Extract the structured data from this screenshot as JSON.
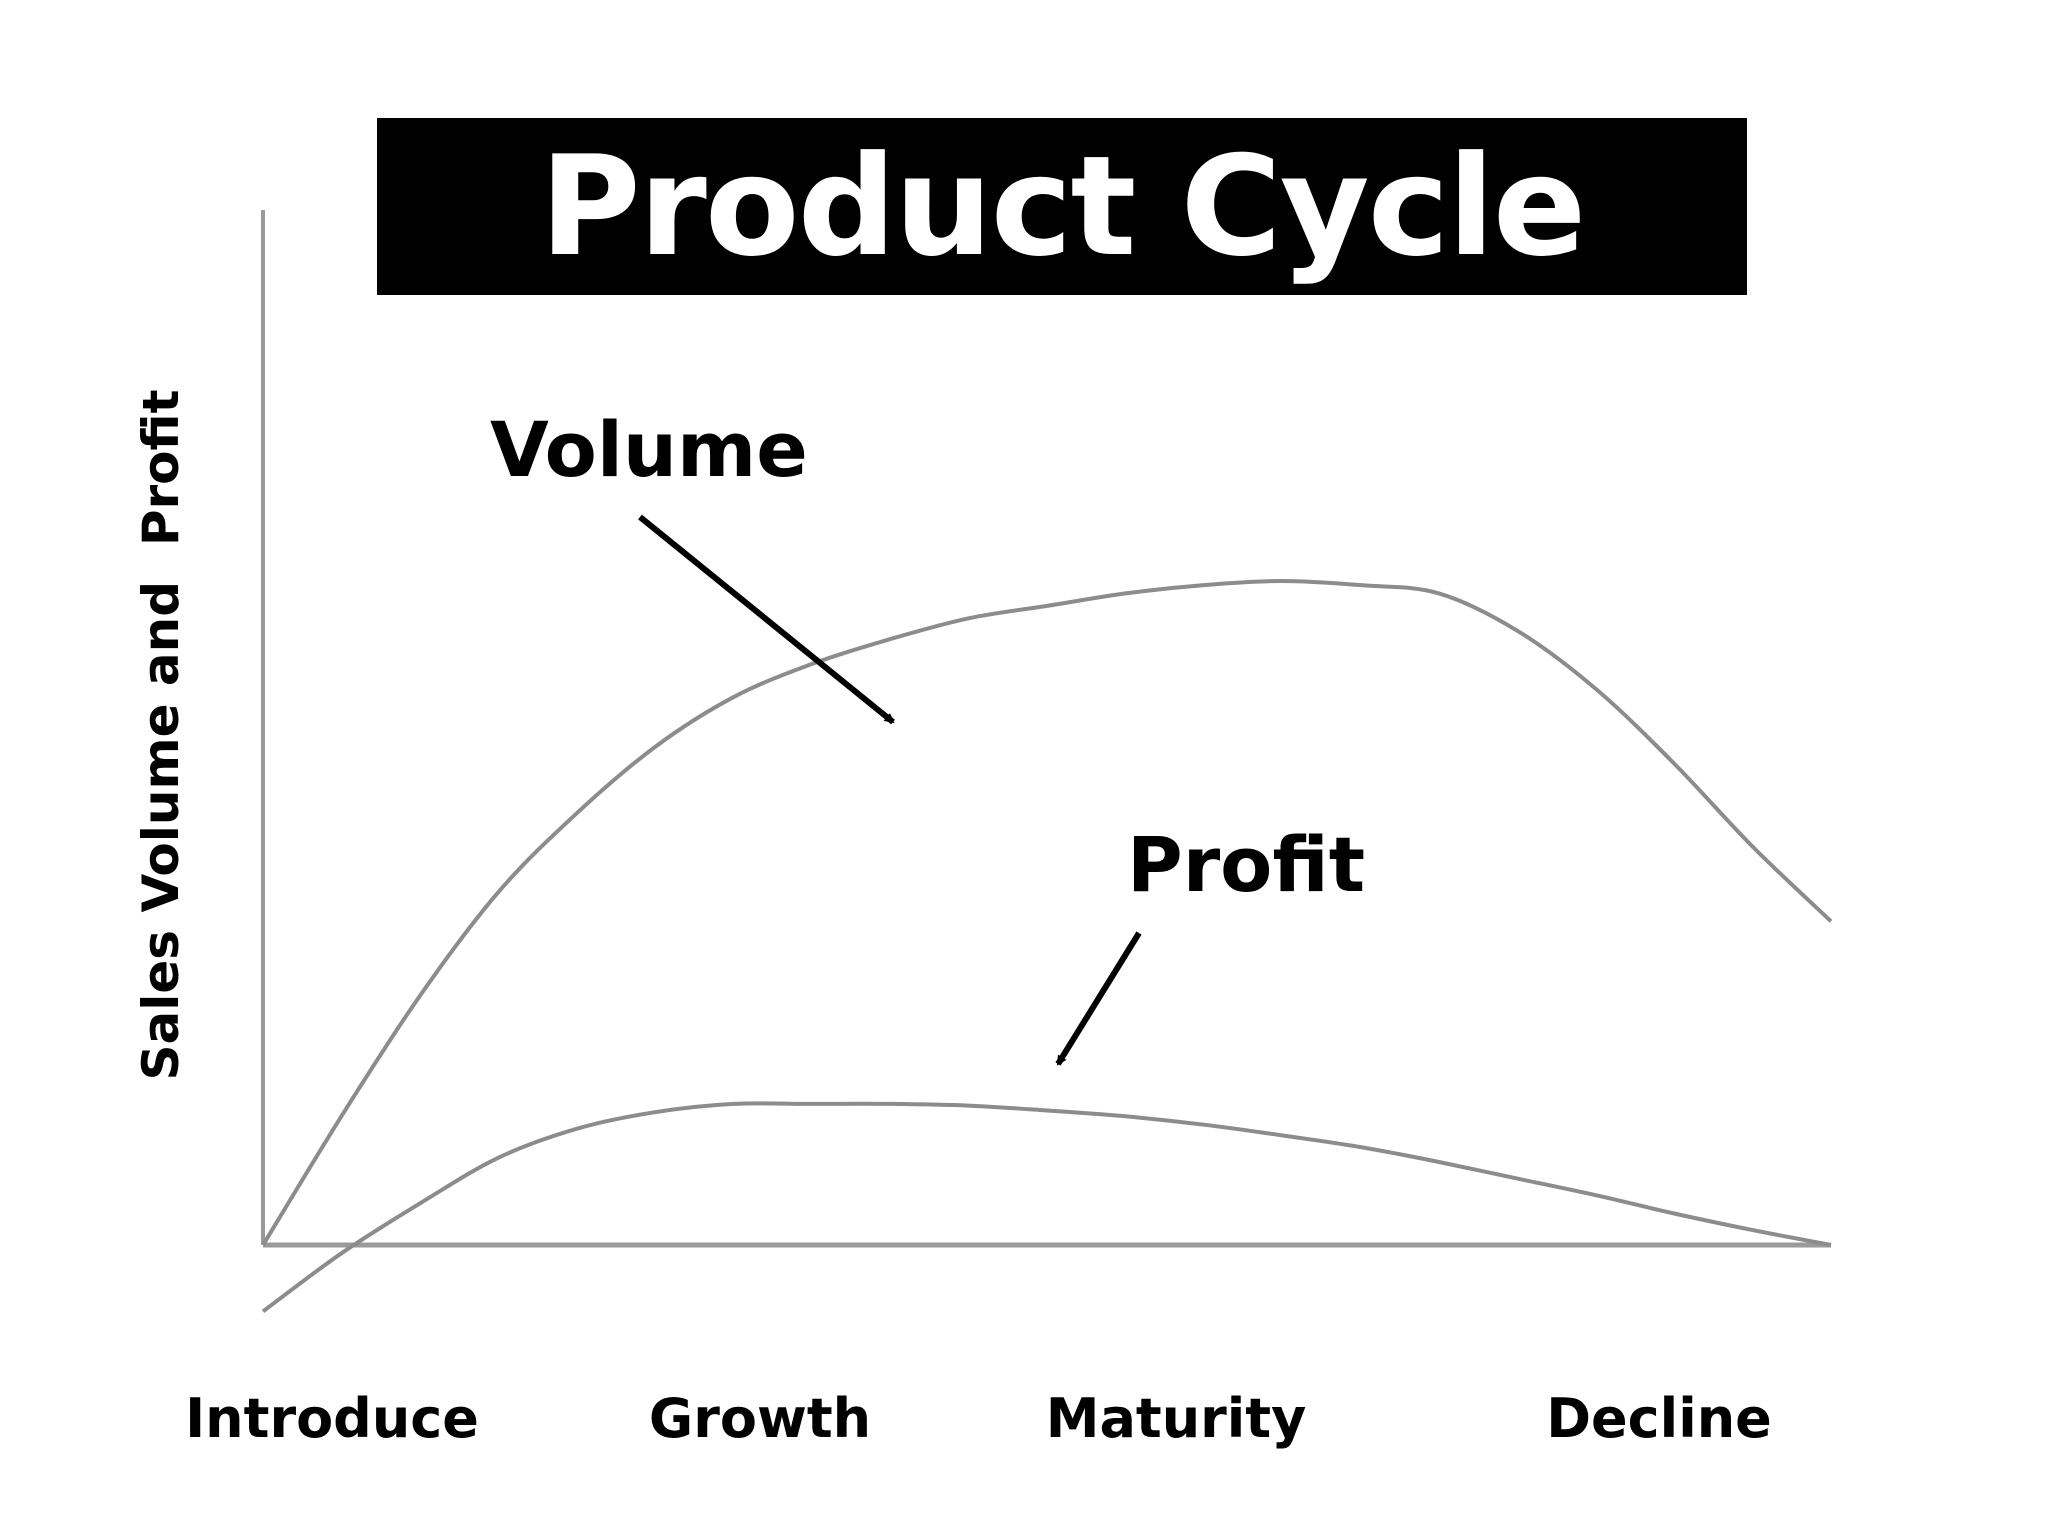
{
  "title": "Product Cycle",
  "colors": {
    "banner_background": "#000000",
    "banner_text": "#ffffff",
    "axis": "#9a9a9a",
    "curve": "#8c8c8c",
    "arrow": "#000000",
    "text": "#000000"
  },
  "chart_data": {
    "type": "line",
    "title": "Product Cycle",
    "ylabel": "Sales Volume and  Profit",
    "xlabel": "",
    "x_categories": [
      "Introduce",
      "Growth",
      "Maturity",
      "Decline"
    ],
    "grid": false,
    "legend": "none",
    "annotations": [
      "Volume",
      "Profit"
    ],
    "series": [
      {
        "name": "Volume",
        "x": [
          0,
          5,
          10,
          15,
          20,
          25,
          30,
          35,
          40,
          45,
          50,
          55,
          60,
          65,
          70,
          75,
          80,
          85,
          90,
          95,
          100
        ],
        "values": [
          0,
          15.5,
          30,
          42.5,
          52,
          60,
          66,
          70,
          73,
          75.5,
          77,
          78.5,
          79.5,
          80,
          79.5,
          78.5,
          74,
          67,
          58,
          48,
          39
        ]
      },
      {
        "name": "Profit",
        "x": [
          0,
          5,
          10,
          15,
          20,
          25,
          30,
          35,
          40,
          45,
          50,
          55,
          60,
          65,
          70,
          75,
          80,
          85,
          90,
          95,
          100
        ],
        "values": [
          -8,
          -1,
          5,
          10.5,
          14,
          16,
          17,
          17,
          17,
          16.8,
          16.2,
          15.5,
          14.5,
          13.2,
          11.8,
          10,
          8,
          6,
          3.8,
          1.8,
          0
        ]
      }
    ]
  }
}
